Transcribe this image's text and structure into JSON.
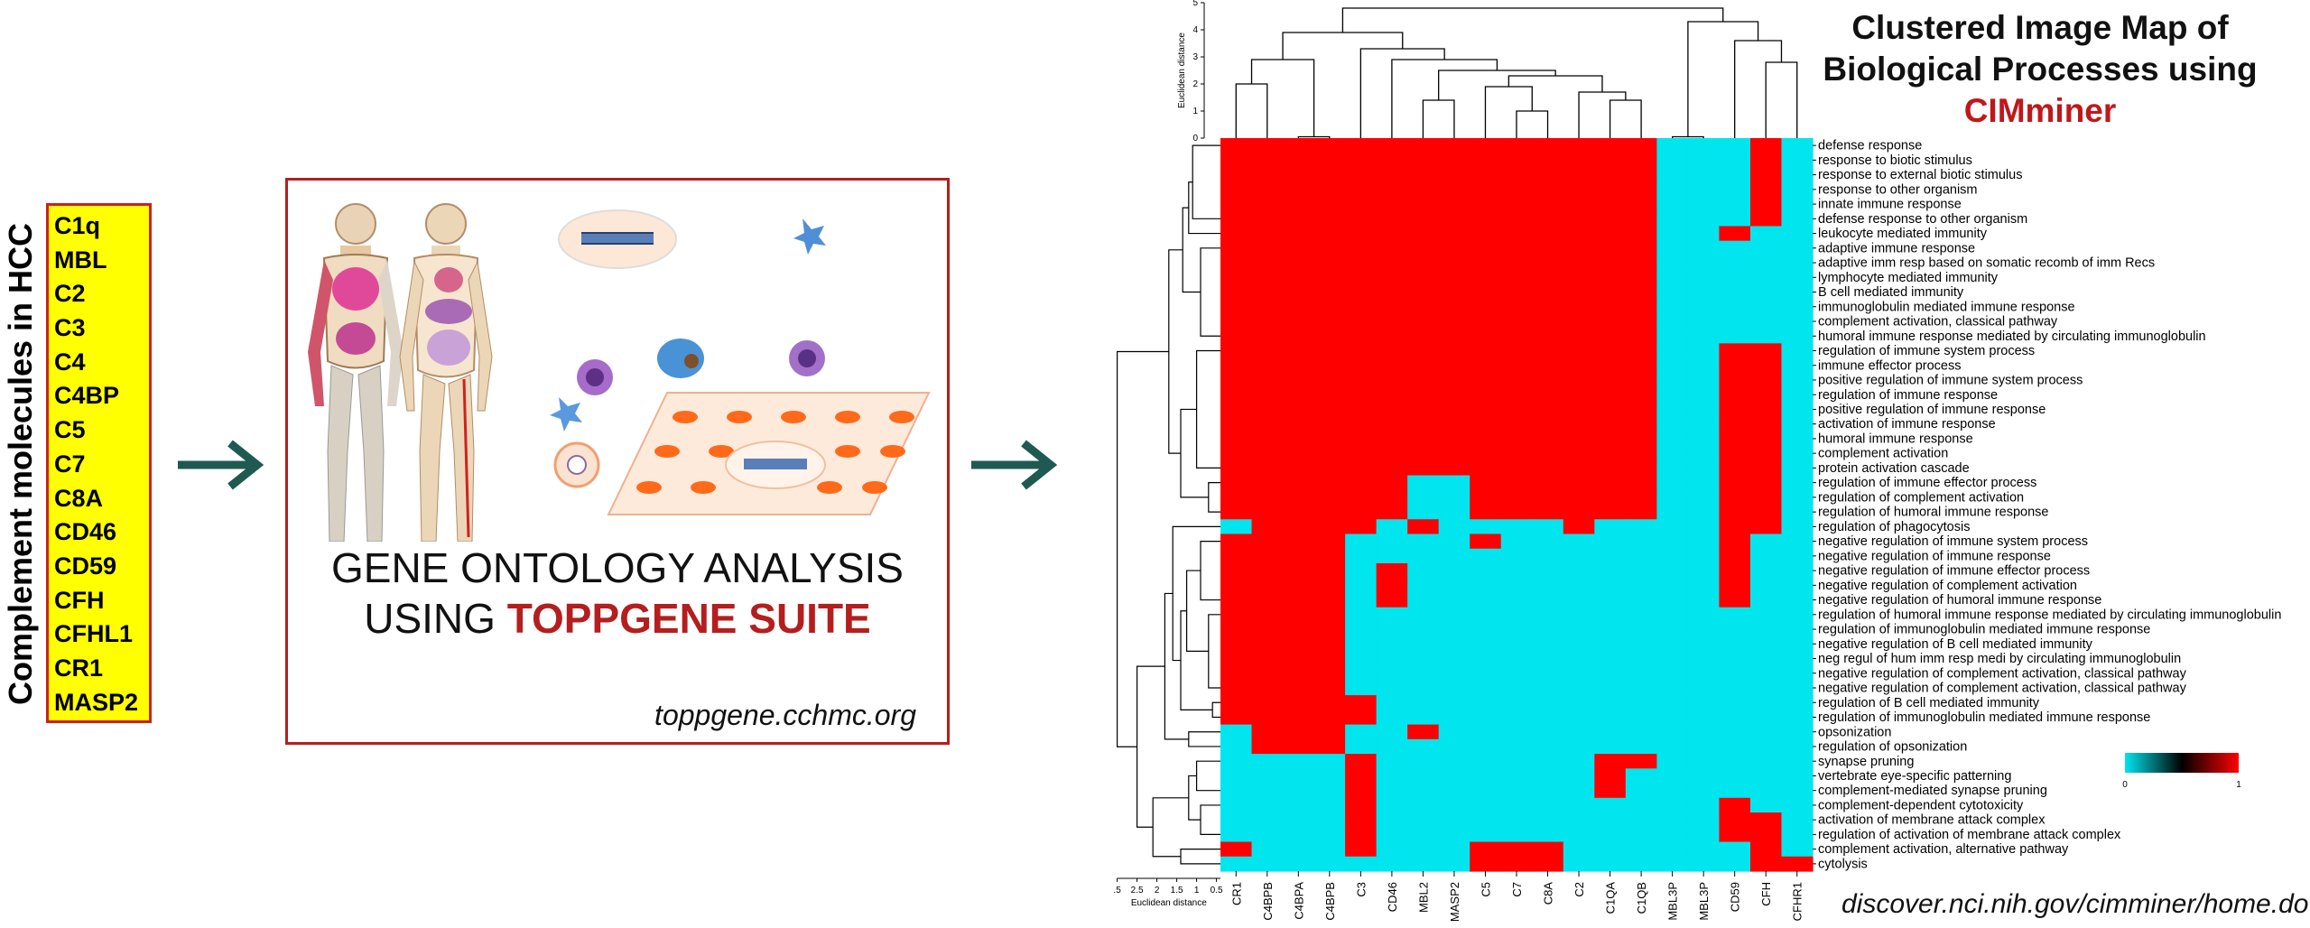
{
  "side_label": "Complement molecules in HCC",
  "molecules": [
    "C1q",
    "MBL",
    "C2",
    "C3",
    "C4",
    "C4BP",
    "C5",
    "C7",
    "C8A",
    "CD46",
    "CD59",
    "CFH",
    "CFHL1",
    "CR1",
    "MASP2"
  ],
  "go_box": {
    "line1": "GENE ONTOLOGY ANALYSIS",
    "line2_prefix": "USING ",
    "line2_highlight": "TOPPGENE SUITE",
    "url": "toppgene.cchmc.org"
  },
  "cim_title": {
    "line1": "Clustered Image Map of",
    "line2": "Biological Processes using",
    "line3": "CIMminer"
  },
  "cim_url": "discover.nci.nih.gov/cimminer/home.do",
  "colors": {
    "high": "#ff0000",
    "low": "#00e5ee",
    "accent": "#b51e1e",
    "arrow": "#1e5a52",
    "yellow": "#ffff00"
  },
  "heatmap": {
    "top_axis_label": "Euclidean distance",
    "top_axis_ticks": [
      "5",
      "4",
      "3",
      "2",
      "1",
      "0"
    ],
    "bottom_axis_label": "Euclidean distance",
    "bottom_axis_ticks": [
      ".5",
      "2.5",
      "2",
      "1.5",
      "1",
      "0.5"
    ],
    "legend_ticks": [
      "0",
      "1"
    ],
    "columns": [
      "CR1",
      "C4BPB",
      "C4BPA",
      "C4BPB",
      "C3",
      "CD46",
      "MBL2",
      "MASP2",
      "C5",
      "C7",
      "C8A",
      "C2",
      "C1QA",
      "C1QB",
      "MBL3P",
      "MBL3P",
      "CD59",
      "CFH",
      "CFHR1"
    ],
    "rows": [
      "defense response",
      "response to biotic stimulus",
      "response to external biotic stimulus",
      "response to other organism",
      "innate immune response",
      "defense response to other organism",
      "leukocyte mediated immunity",
      "adaptive immune response",
      "adaptive imm resp based on somatic recomb of imm Recs",
      "lymphocyte mediated immunity",
      "B cell mediated immunity",
      "immunoglobulin mediated immune response",
      "complement activation, classical pathway",
      "humoral immune response mediated by circulating immunoglobulin",
      "regulation of immune system process",
      "immune effector process",
      "positive regulation of immune system process",
      "regulation of immune response",
      "positive regulation of immune response",
      "activation of immune response",
      "humoral immune response",
      "complement activation",
      "protein activation cascade",
      "regulation of immune effector process",
      "regulation of complement activation",
      "regulation of humoral immune response",
      "regulation of phagocytosis",
      "negative regulation of immune system process",
      "negative regulation of immune response",
      "negative regulation of immune effector process",
      "negative regulation of complement activation",
      "negative regulation of humoral immune response",
      "regulation of humoral immune response mediated by circulating immunoglobulin",
      "regulation of immunoglobulin mediated immune response",
      "negative regulation of B cell mediated immunity",
      "neg regul of hum imm resp medi by circulating immunoglobulin",
      "negative regulation of complement activation, classical pathway",
      "negative regulation of complement activation, classical pathway",
      "regulation of B cell mediated immunity",
      "regulation of immunoglobulin mediated immune response",
      "opsonization",
      "regulation of opsonization",
      "synapse pruning",
      "vertebrate eye-specific patterning",
      "complement-mediated synapse pruning",
      "complement-dependent cytotoxicity",
      "activation of membrane attack complex",
      "regulation of activation of membrane attack complex",
      "complement activation, alternative pathway",
      "cytolysis"
    ],
    "matrix": [
      "1111111111111100010",
      "1111111111111100010",
      "1111111111111100010",
      "1111111111111100010",
      "1111111111111100010",
      "1111111111111100010",
      "1111111111111100100",
      "1111111111111100000",
      "1111111111111100000",
      "1111111111111100000",
      "1111111111111100000",
      "1111111111111100000",
      "1111111111111100000",
      "1111111111111100000",
      "1111111111111100110",
      "1111111111111100110",
      "1111111111111100110",
      "1111111111111100110",
      "1111111111111100110",
      "1111111111111100110",
      "1111111111111100110",
      "1111111111111100110",
      "1111111111111100110",
      "1111110011111100110",
      "1111110011111100110",
      "1111110011111100110",
      "0111101000010000110",
      "1111000010000000100",
      "1111000000000000100",
      "1111010000000000100",
      "1111010000000000100",
      "1111010000000000100",
      "1111000000000000000",
      "1111000000000000000",
      "1111000000000000000",
      "1111000000000000000",
      "1111000000000000000",
      "1111000000000000000",
      "1111100000000000000",
      "1111100000000000000",
      "0111001000000000000",
      "0111000000000000000",
      "0000100000001100000",
      "0000100000001000000",
      "0000100000001000000",
      "0000100000000000100",
      "0000100000000000110",
      "0000100000000000110",
      "1000100011100000010",
      "0000000011100000011"
    ]
  }
}
